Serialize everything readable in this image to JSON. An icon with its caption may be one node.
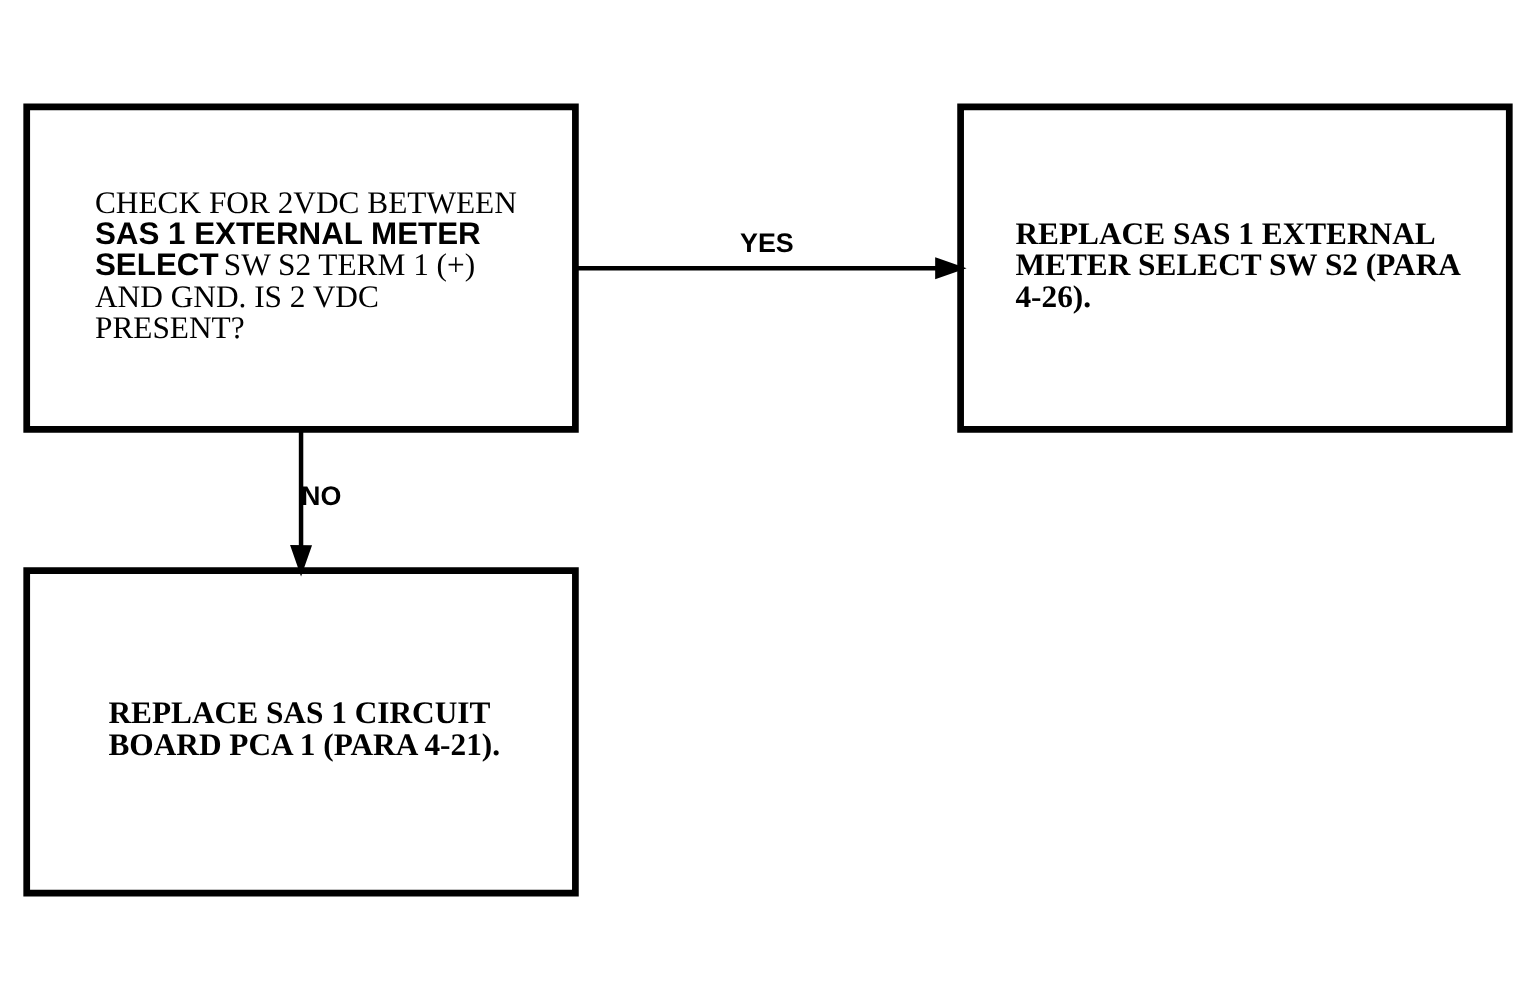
{
  "diagram": {
    "nodes": [
      {
        "text": [
          "CHECK FOR 2VDC BETWEEN **SAS 1 EXTERNAL METER SELECT** SW S2 TERM 1 (+) AND GND. IS 2 VDC PRESENT?"
        ]
      },
      {
        "text": [
          "REPLACE SAS 1 EXTERNAL METER SELECT SW S2 (PARA 4-26)."
        ]
      },
      {
        "text": [
          "REPLACE SAS 1 CIRCUIT BOARD PCA 1 (PARA 4-21)."
        ]
      }
    ],
    "edges": [
      {
        "from": 0,
        "to": 1,
        "arrow": "to",
        "label": "YES"
      },
      {
        "from": 0,
        "to": 2,
        "arrow": "to",
        "label": "NO"
      }
    ]
  }
}
